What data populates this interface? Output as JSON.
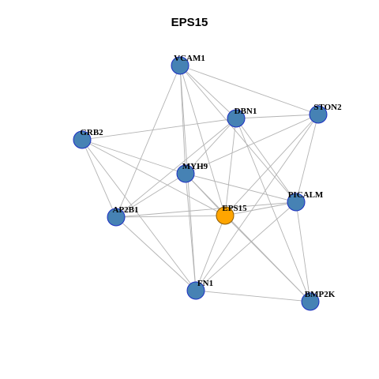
{
  "title": "EPS15",
  "colors": {
    "node_default": "#4682B4",
    "node_stroke": "#1C2FC2",
    "node_focus": "#FFA500",
    "node_focus_stroke": "#8B5A00",
    "edge": "#B3B3B3"
  },
  "network": {
    "nodes": [
      {
        "id": "VCAM1",
        "label": "VCAM1",
        "focus": false
      },
      {
        "id": "STON2",
        "label": "STON2",
        "focus": false
      },
      {
        "id": "DBN1",
        "label": "DBN1",
        "focus": false
      },
      {
        "id": "GRB2",
        "label": "GRB2",
        "focus": false
      },
      {
        "id": "MYH9",
        "label": "MYH9",
        "focus": false
      },
      {
        "id": "PICALM",
        "label": "PICALM",
        "focus": false
      },
      {
        "id": "AP2B1",
        "label": "AP2B1",
        "focus": false
      },
      {
        "id": "EPS15",
        "label": "EPS15",
        "focus": true
      },
      {
        "id": "FN1",
        "label": "FN1",
        "focus": false
      },
      {
        "id": "BMP2K",
        "label": "BMP2K",
        "focus": false
      }
    ],
    "edges": [
      [
        "VCAM1",
        "STON2"
      ],
      [
        "VCAM1",
        "DBN1"
      ],
      [
        "VCAM1",
        "MYH9"
      ],
      [
        "VCAM1",
        "AP2B1"
      ],
      [
        "VCAM1",
        "EPS15"
      ],
      [
        "VCAM1",
        "PICALM"
      ],
      [
        "VCAM1",
        "FN1"
      ],
      [
        "GRB2",
        "DBN1"
      ],
      [
        "GRB2",
        "MYH9"
      ],
      [
        "GRB2",
        "AP2B1"
      ],
      [
        "GRB2",
        "EPS15"
      ],
      [
        "GRB2",
        "FN1"
      ],
      [
        "DBN1",
        "STON2"
      ],
      [
        "DBN1",
        "MYH9"
      ],
      [
        "DBN1",
        "AP2B1"
      ],
      [
        "DBN1",
        "EPS15"
      ],
      [
        "DBN1",
        "PICALM"
      ],
      [
        "DBN1",
        "BMP2K"
      ],
      [
        "STON2",
        "MYH9"
      ],
      [
        "STON2",
        "EPS15"
      ],
      [
        "STON2",
        "PICALM"
      ],
      [
        "STON2",
        "FN1"
      ],
      [
        "MYH9",
        "AP2B1"
      ],
      [
        "MYH9",
        "EPS15"
      ],
      [
        "MYH9",
        "FN1"
      ],
      [
        "MYH9",
        "BMP2K"
      ],
      [
        "MYH9",
        "PICALM"
      ],
      [
        "AP2B1",
        "EPS15"
      ],
      [
        "AP2B1",
        "PICALM"
      ],
      [
        "AP2B1",
        "FN1"
      ],
      [
        "EPS15",
        "PICALM"
      ],
      [
        "EPS15",
        "FN1"
      ],
      [
        "EPS15",
        "BMP2K"
      ],
      [
        "PICALM",
        "FN1"
      ],
      [
        "PICALM",
        "BMP2K"
      ],
      [
        "FN1",
        "BMP2K"
      ]
    ]
  }
}
